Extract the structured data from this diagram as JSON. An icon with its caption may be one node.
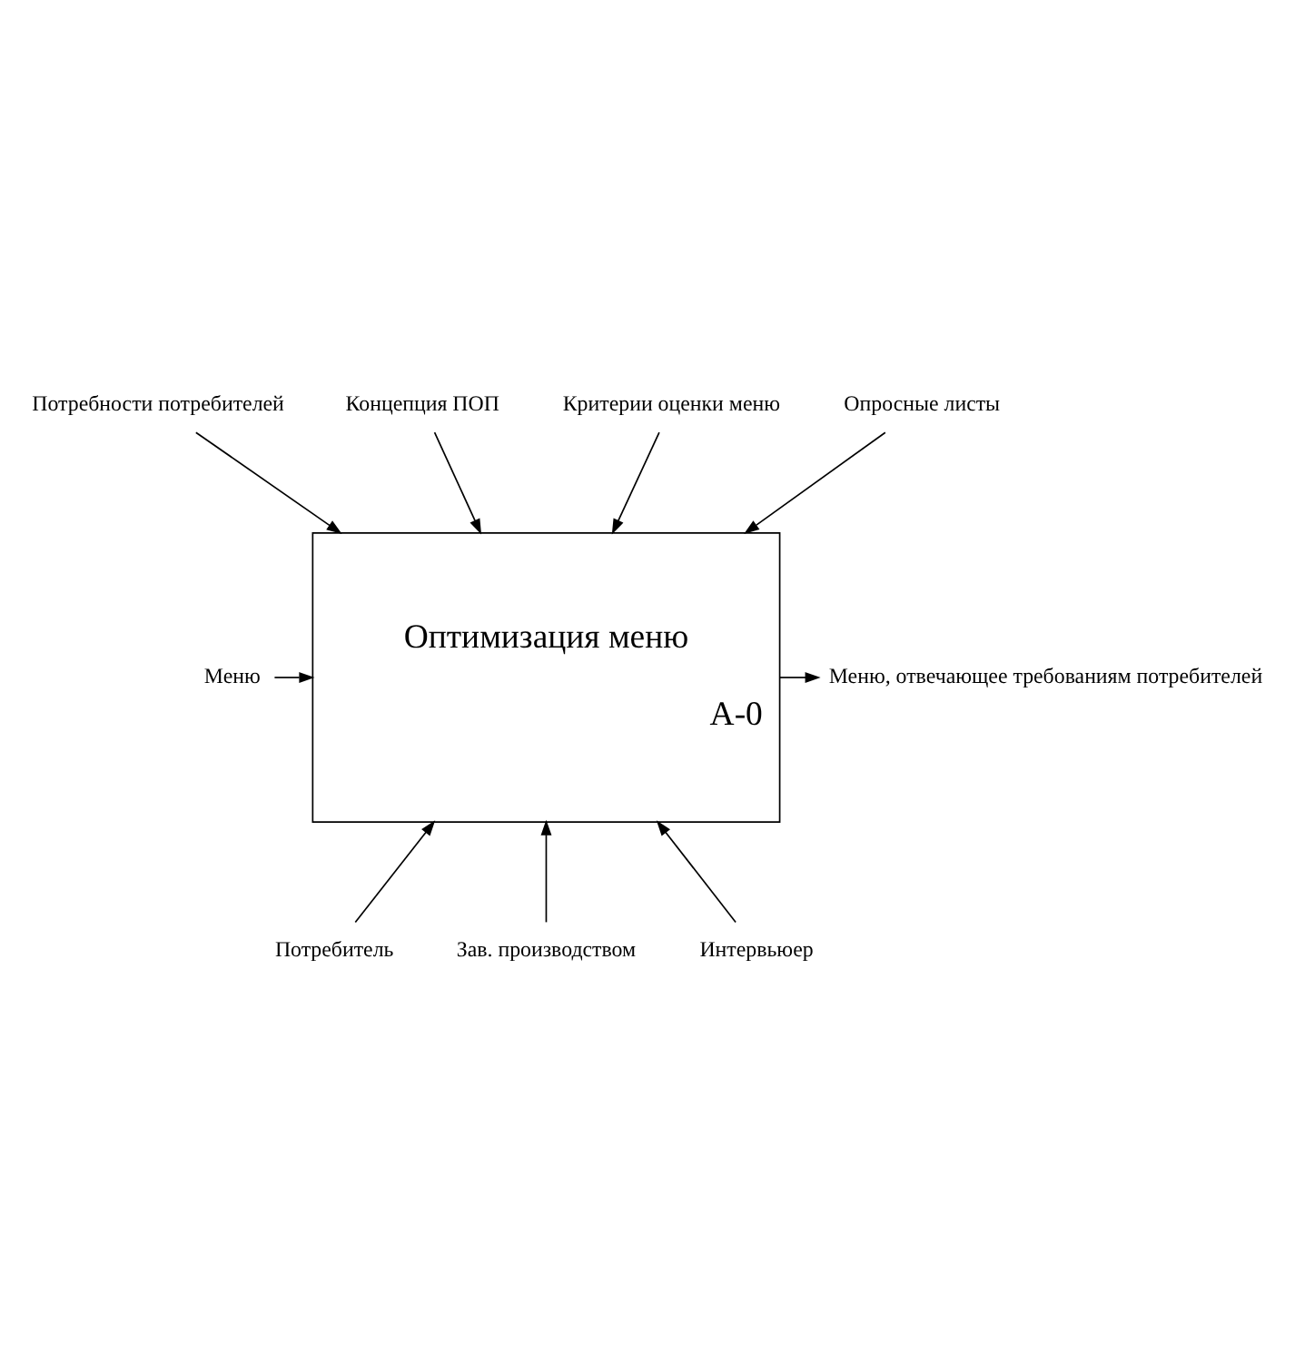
{
  "diagram": {
    "nodes": [
      {
        "text": [
          "Оптимизация меню",
          "A-0"
        ]
      },
      {
        "text": [
          "Потребности потребителей"
        ]
      },
      {
        "text": [
          "Концепция ПОП"
        ]
      },
      {
        "text": [
          "Критерии оценки меню"
        ]
      },
      {
        "text": [
          "Опросные листы"
        ]
      },
      {
        "text": [
          "Меню"
        ]
      },
      {
        "text": [
          "Меню, отвечающее требованиям потребителей"
        ]
      },
      {
        "text": [
          "Потребитель"
        ]
      },
      {
        "text": [
          "Зав. производством"
        ]
      },
      {
        "text": [
          "Интервьюер"
        ]
      }
    ],
    "edges": [
      {
        "from": 1,
        "to": 0,
        "arrow": "to"
      },
      {
        "from": 2,
        "to": 0,
        "arrow": "to"
      },
      {
        "from": 3,
        "to": 0,
        "arrow": "to"
      },
      {
        "from": 4,
        "to": 0,
        "arrow": "to"
      },
      {
        "from": 5,
        "to": 0,
        "arrow": "to"
      },
      {
        "from": 0,
        "to": 6,
        "arrow": "to"
      },
      {
        "from": 7,
        "to": 0,
        "arrow": "to"
      },
      {
        "from": 8,
        "to": 0,
        "arrow": "to"
      },
      {
        "from": 9,
        "to": 0,
        "arrow": "to"
      }
    ]
  }
}
